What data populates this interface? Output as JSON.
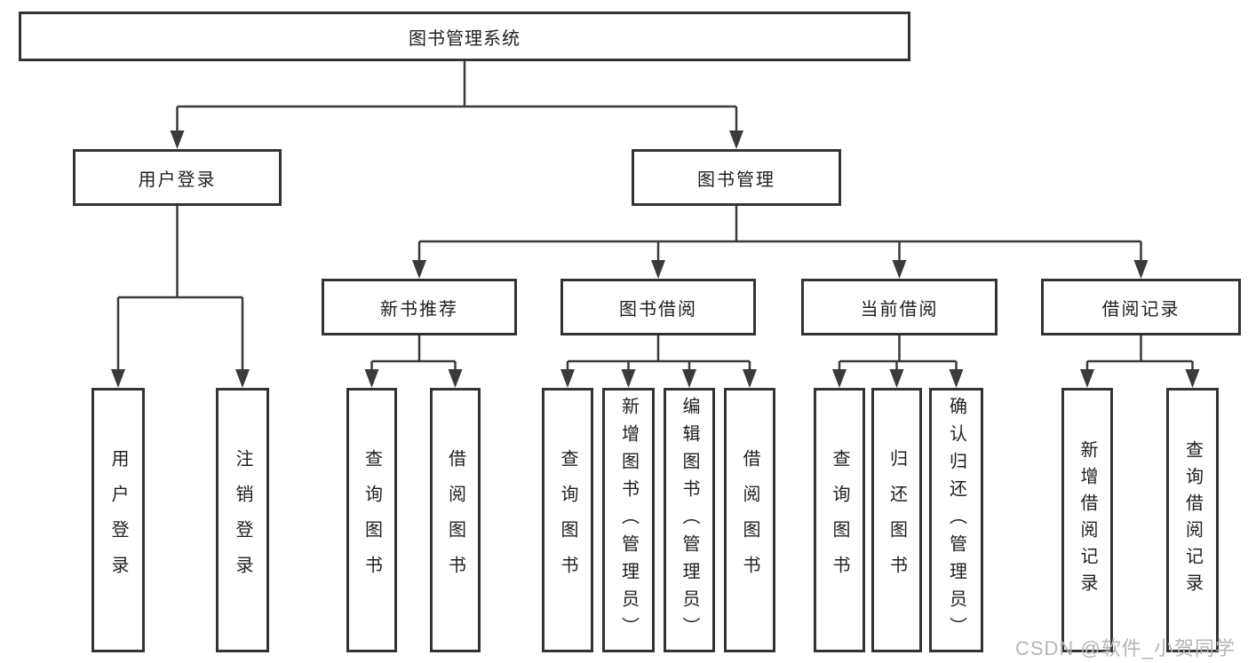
{
  "diagram": {
    "title": "图书管理系统",
    "level2": {
      "user_login": "用户登录",
      "book_management": "图书管理"
    },
    "level3": {
      "new_book_recommend": "新书推荐",
      "book_borrow": "图书借阅",
      "current_borrow": "当前借阅",
      "borrow_records": "借阅记录"
    },
    "leaves": {
      "user": [
        "用户登录",
        "注销登录"
      ],
      "recommend": [
        "查询图书",
        "借阅图书"
      ],
      "borrow": [
        "查询图书",
        "新增图书（管理员）",
        "编辑图书（管理员）",
        "借阅图书"
      ],
      "current": [
        "查询图书",
        "归还图书",
        "确认归还（管理员）"
      ],
      "records": [
        "新增借阅记录",
        "查询借阅记录"
      ]
    }
  },
  "watermark": "CSDN @软件_小贺同学",
  "colors": {
    "line": "#3a3a3a",
    "border": "#333333",
    "text": "#1f1f1f",
    "watermark": "#b5b5b5",
    "background": "#ffffff"
  }
}
